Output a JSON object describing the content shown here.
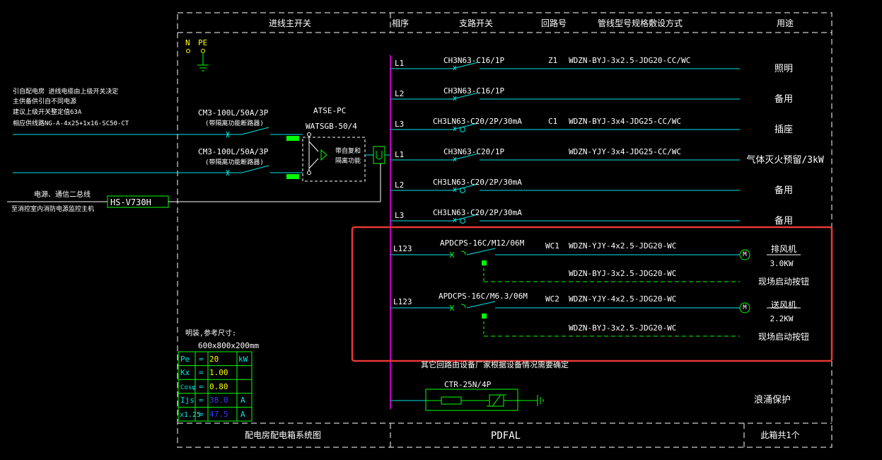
{
  "header": {
    "main_switch": "进线主开关",
    "phase": "相序",
    "branch_switch": "支路开关",
    "circuit_no": "回路号",
    "cable_spec": "管线型号规格敷设方式",
    "usage": "用途"
  },
  "grounding": {
    "n": "N",
    "pe": "PE"
  },
  "incoming_note": [
    "引自配电房 进线电缆由上级开关决定",
    "主供备供引自不同电源",
    "建议上级开关整定值63A",
    "相应供线路NG-A-4x25+1x16-SC50-CT"
  ],
  "breakers": [
    {
      "model": "CM3-100L/50A/3P",
      "note": "(带隔离功能断路器)"
    },
    {
      "model": "CM3-100L/50A/3P",
      "note": "(带隔离功能断路器)"
    }
  ],
  "ats": {
    "name": "ATSE-PC",
    "model": "WATSGB-50/4",
    "feature_line1": "带自复和",
    "feature_line2": "隔离功能"
  },
  "fire_signal": {
    "line1": "电源、通信二总线",
    "line2": "至消控室内消防电源监控主机",
    "device": "HS-V730H"
  },
  "circuits": [
    {
      "phase": "L1",
      "switch": "CH3N63-C16/1P",
      "no": "Z1",
      "cable": "WDZN-BYJ-3x2.5-JDG20-CC/WC",
      "usage": "照明"
    },
    {
      "phase": "L2",
      "switch": "CH3N63-C16/1P",
      "no": "",
      "cable": "",
      "usage": "备用"
    },
    {
      "phase": "L3",
      "switch": "CH3LN63-C20/2P/30mA",
      "no": "C1",
      "cable": "WDZN-BYJ-3x4-JDG25-CC/WC",
      "usage": "插座"
    },
    {
      "phase": "L1",
      "switch": "CH3N63-C20/1P",
      "no": "",
      "cable": "WDZN-YJY-3x4-JDG25-CC/WC",
      "usage": "气体灭火预留/3kW"
    },
    {
      "phase": "L2",
      "switch": "CH3LN63-C20/2P/30mA",
      "no": "",
      "cable": "",
      "usage": "备用"
    },
    {
      "phase": "L3",
      "switch": "CH3LN63-C20/2P/30mA",
      "no": "",
      "cable": "",
      "usage": "备用"
    }
  ],
  "motor_circuits": [
    {
      "phase": "L123",
      "switch": "APDCPS-16C/M12/06M",
      "no": "WC1",
      "cable": "WDZN-YJY-4x2.5-JDG20-WC",
      "control_cable": "WDZN-BYJ-3x2.5-JDG20-WC",
      "motor_symbol": "M",
      "usage_name": "排风机",
      "usage_power": "3.0KW",
      "usage_note": "现场启动按钮"
    },
    {
      "phase": "L123",
      "switch": "APDCPS-16C/M6.3/06M",
      "no": "WC2",
      "cable": "WDZN-YJY-4x2.5-JDG20-WC",
      "control_cable": "WDZN-BYJ-3x2.5-JDG20-WC",
      "motor_symbol": "M",
      "usage_name": "送风机",
      "usage_power": "2.2KW",
      "usage_note": "现场启动按钮"
    }
  ],
  "note_other": "其它回路由设备厂家根据设备情况需要确定",
  "spd": {
    "model": "CTR-25N/4P",
    "usage": "浪涌保护"
  },
  "box": {
    "title": "明装,参考尺寸:",
    "size": "600x800x200mm",
    "params": [
      {
        "label": "Pe",
        "eq": "=",
        "value": "20",
        "unit": "kW"
      },
      {
        "label": "Kx",
        "eq": "=",
        "value": "1.00",
        "unit": ""
      },
      {
        "label": "Cosφ",
        "eq": "=",
        "value": "0.80",
        "unit": ""
      },
      {
        "label": "Ijs",
        "eq": "=",
        "value": "38.0",
        "unit": "A"
      },
      {
        "label": "x1.25",
        "eq": "=",
        "value": "47.5",
        "unit": "A"
      }
    ]
  },
  "footer": {
    "title": "配电房配电箱系统图",
    "code": "PDFAL",
    "count": "此箱共1个"
  },
  "colors": {
    "background": "#000000",
    "frame": "#ffffff",
    "line": "#00e5e5",
    "busbar": "#ff00ff",
    "device": "#00ff00",
    "highlight": "#e53935"
  }
}
